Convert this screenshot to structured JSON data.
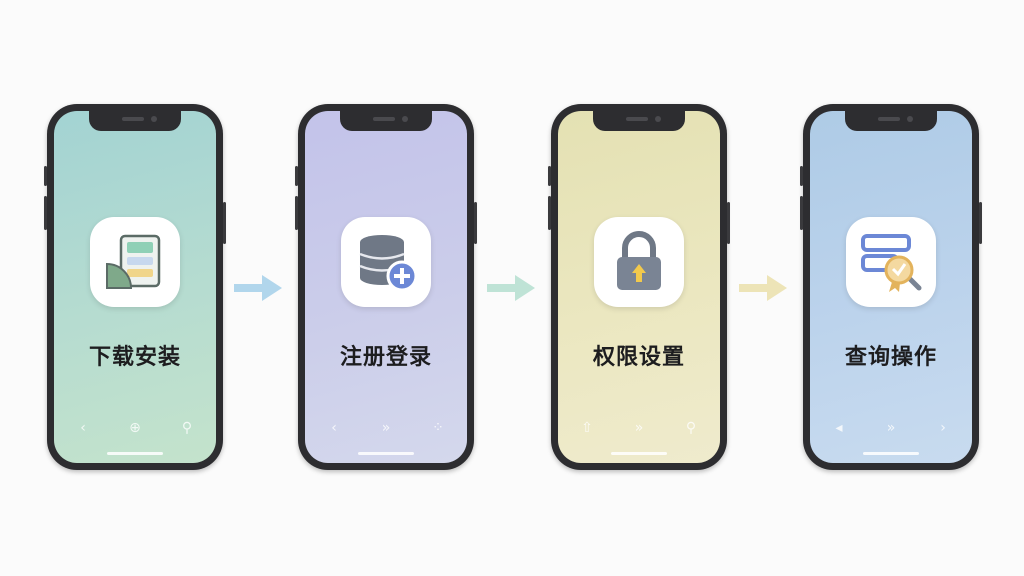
{
  "steps": [
    {
      "label": "下载安装",
      "icon": "app-install-icon",
      "screen_color": "#b6dcd0"
    },
    {
      "label": "注册登录",
      "icon": "database-add-icon",
      "screen_color": "#cbcdea"
    },
    {
      "label": "权限设置",
      "icon": "lock-icon",
      "screen_color": "#ebe7c0"
    },
    {
      "label": "查询操作",
      "icon": "search-badge-icon",
      "screen_color": "#bcd3ec"
    }
  ],
  "arrows": [
    {
      "icon": "arrow-right-icon",
      "color": "#a9d2ea"
    },
    {
      "icon": "arrow-right-icon",
      "color": "#b8e0d2"
    },
    {
      "icon": "arrow-right-icon",
      "color": "#ece3b3"
    }
  ],
  "navbar_glyphs": [
    [
      "‹",
      "⊕",
      "⚲"
    ],
    [
      "‹",
      "»",
      "⁘"
    ],
    [
      "⇧",
      "»",
      "⚲"
    ],
    [
      "◂",
      "»",
      "›"
    ]
  ]
}
